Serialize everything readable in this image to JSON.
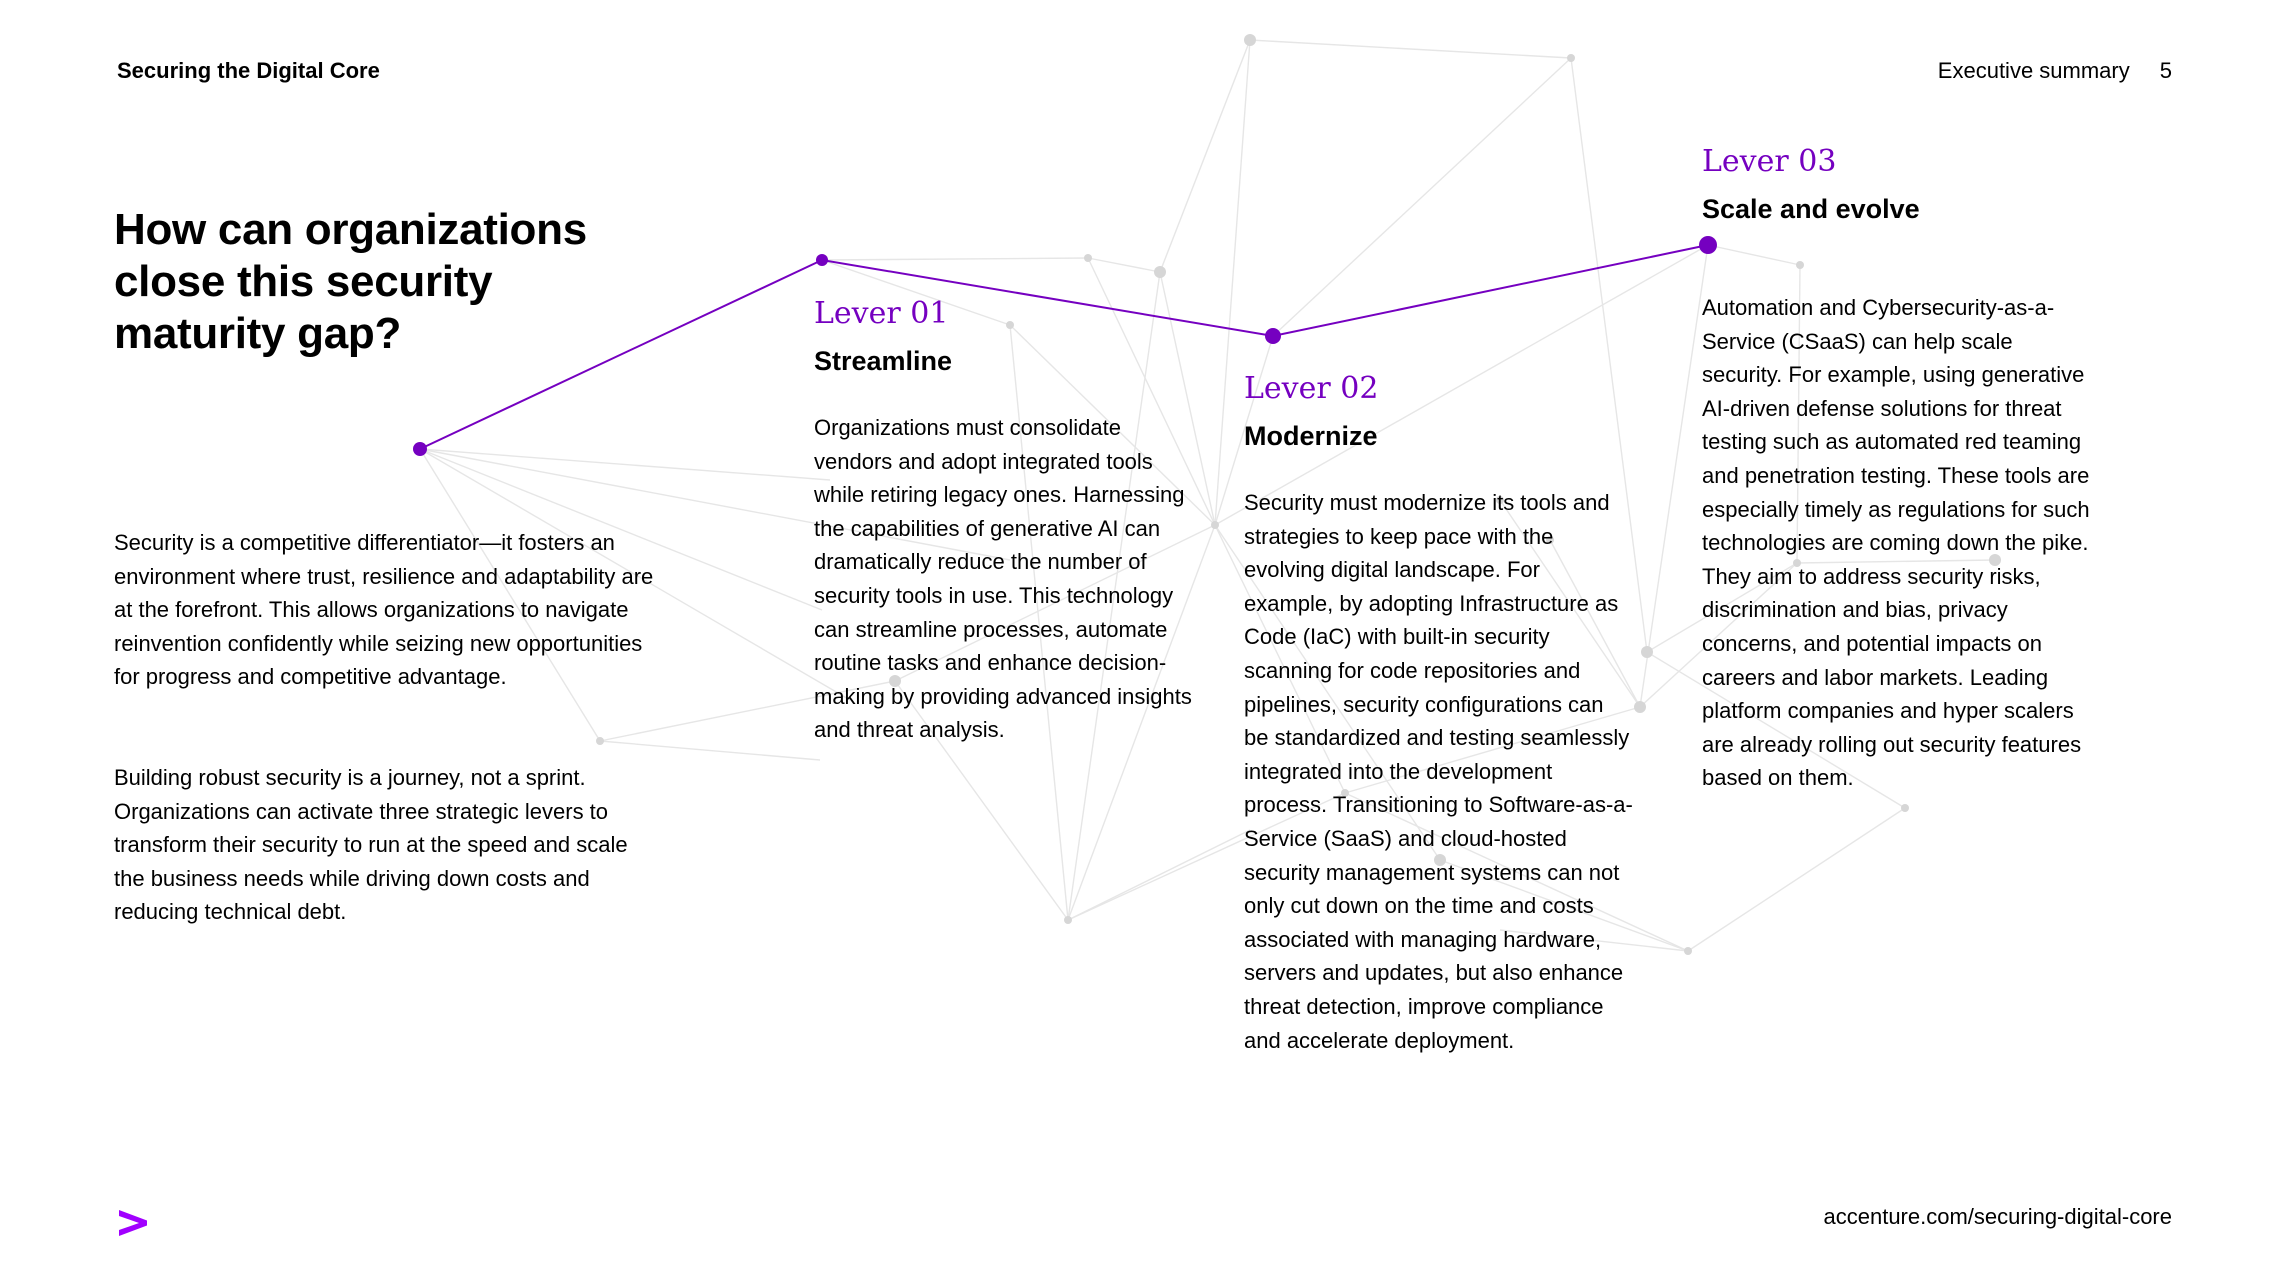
{
  "header": {
    "doc_title": "Securing the Digital Core",
    "section": "Executive summary",
    "page_number": "5"
  },
  "main": {
    "heading": "How can organizations close this security maturity gap?",
    "intro_paragraphs": [
      "Security is a competitive differentiator—it fosters an environment where trust, resilience and adaptability are at the forefront. This allows organizations to navigate reinvention confidently while seizing new opportunities for progress and competitive advantage.",
      "Building robust security is a journey, not a sprint. Organizations can activate three strategic levers to transform their security to run at the speed and scale the business needs while driving down costs and reducing technical debt."
    ]
  },
  "levers": [
    {
      "number": "Lever 01",
      "title": "Streamline",
      "text": "Organizations must consolidate vendors and adopt integrated tools while retiring legacy ones. Harnessing the capabilities of generative AI can dramatically reduce the number of security tools in use. This technology can streamline processes, automate routine tasks and enhance decision-making by providing advanced insights and threat analysis."
    },
    {
      "number": "Lever 02",
      "title": "Modernize",
      "text": "Security must modernize its tools and strategies to keep pace with the evolving digital landscape. For example, by adopting Infrastructure as Code (IaC) with built-in security scanning for code repositories and pipelines, security configurations can be standardized and testing seamlessly integrated into the development process. Transitioning to Software-as-a-Service (SaaS) and cloud-hosted security management systems can not only cut down on the time and costs associated with managing hardware, servers and updates, but also enhance threat detection, improve compliance and accelerate deployment."
    },
    {
      "number": "Lever 03",
      "title": "Scale and evolve",
      "text": "Automation and Cybersecurity-as-a-Service (CSaaS) can help scale security. For example, using generative AI-driven defense solutions for threat testing such as automated red teaming and penetration testing. These tools are especially timely as regulations for such technologies are coming down the pike. They aim to address security risks, discrimination and bias, privacy concerns, and potential impacts on careers and labor markets. Leading platform companies and hyper scalers are already rolling out security features based on them."
    }
  ],
  "footer": {
    "logo_icon": "accenture-chevron-icon",
    "url": "accenture.com/securing-digital-core"
  },
  "colors": {
    "accent": "#7500c0",
    "network_lines": "#e3e3e3",
    "network_nodes": "#d4d4d4"
  }
}
